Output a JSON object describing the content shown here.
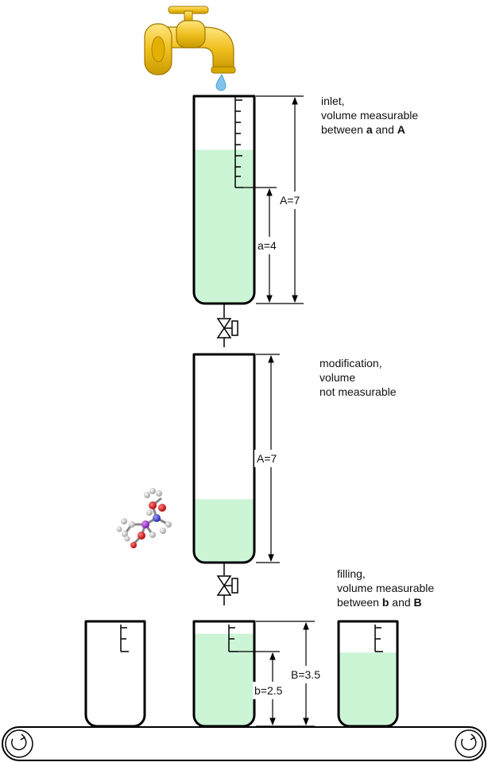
{
  "stage1": {
    "note": {
      "line1": "inlet,",
      "line2": "volume measurable",
      "line3_pre": "between ",
      "line3_a": "a",
      "line3_mid": " and ",
      "line3_b": "A"
    },
    "dim_a": "a=4",
    "dim_A": "A=7",
    "fill_level": 0.74
  },
  "stage2": {
    "note": {
      "line1": "modification,",
      "line2": "volume",
      "line3": "not measurable"
    },
    "dim_A": "A=7",
    "fill_level": 0.3
  },
  "stage3": {
    "note": {
      "line1": "filling,",
      "line2": "volume measurable",
      "line3_pre": "between ",
      "line3_b": "b",
      "line3_mid": " and ",
      "line3_B": "B"
    },
    "dim_b": "b=2.5",
    "dim_B": "B=3.5",
    "cup_fill_levels": [
      0,
      0.88,
      0.7
    ]
  },
  "colors": {
    "liquid": "#ccf5d6",
    "outline": "#000000",
    "faucet": "#f0c020",
    "faucet_dark": "#b88a00",
    "drop": "#7fc4ee"
  },
  "icons": {
    "faucet": "faucet-icon",
    "valve": "valve-icon",
    "molecule": "molecule-icon",
    "roller": "roller-arrow-icon"
  }
}
